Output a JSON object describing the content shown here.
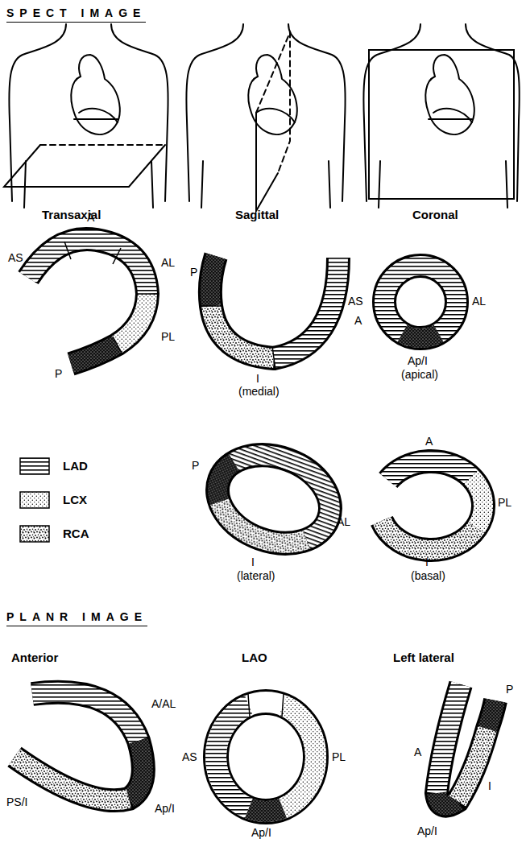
{
  "diagram": {
    "labels": [
      "SPECT IMAGE",
      "Transaxial",
      "Sagittal",
      "Coronal",
      "A",
      "AS",
      "AL",
      "PL",
      "P",
      "P",
      "A",
      "I",
      "(medial)",
      "AS",
      "AL",
      "Ap/I",
      "(apical)",
      "P",
      "AL",
      "I",
      "(lateral)",
      "A",
      "PL",
      "I",
      "(basal)",
      "PLANR IMAGE",
      "Anterior",
      "LAO",
      "Left lateral",
      "A/AL",
      "PS/I",
      "Ap/I",
      "AS",
      "PL",
      "Ap/I",
      "A",
      "P",
      "I",
      "Ap/I"
    ],
    "legend": [
      {
        "text": "LAD"
      },
      {
        "text": "LCX"
      },
      {
        "text": "RCA"
      }
    ]
  }
}
